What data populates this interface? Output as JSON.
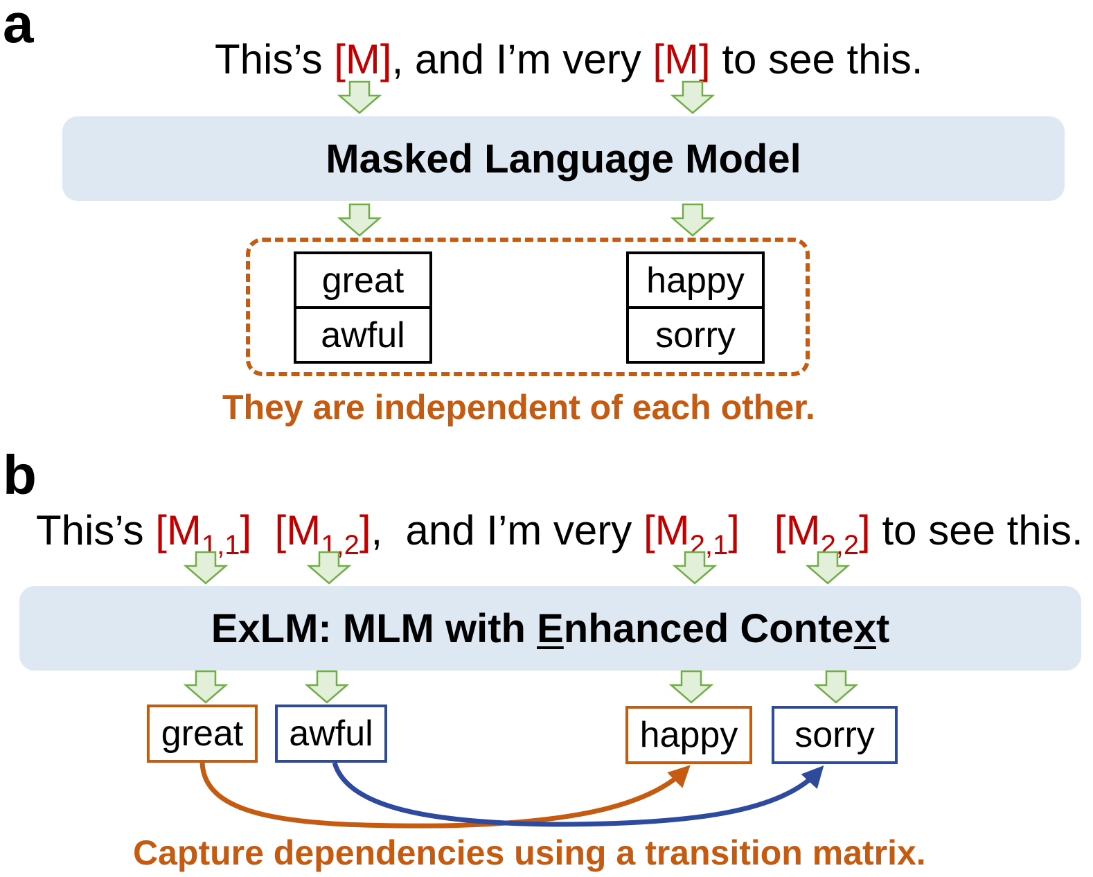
{
  "panel_a": {
    "label": "a",
    "sentence": {
      "pre": "This’s ",
      "mask1": "[M]",
      "mid": ",  and I’m very ",
      "mask2": "[M]",
      "post": " to see this."
    },
    "model_title": "Masked Language Model",
    "candidates": [
      {
        "top": "great",
        "bottom": "awful"
      },
      {
        "top": "happy",
        "bottom": "sorry"
      }
    ],
    "note": "They are independent of each other."
  },
  "panel_b": {
    "label": "b",
    "sentence": {
      "pre": "This’s ",
      "masks": [
        {
          "base": "[M",
          "sub": "1,1",
          "close": "]"
        },
        {
          "base": "[M",
          "sub": "1,2",
          "close": "]"
        },
        {
          "base": "[M",
          "sub": "2,1",
          "close": "]"
        },
        {
          "base": "[M",
          "sub": "2,2",
          "close": "]"
        }
      ],
      "comma": ",",
      "mid": "  and I’m very ",
      "post": " to see this."
    },
    "model_title": {
      "part1": "ExLM: MLM with ",
      "underline1": "E",
      "part2": "nhanced Conte",
      "underline2": "x",
      "part3": "t"
    },
    "words": [
      "great",
      "awful",
      "happy",
      "sorry"
    ],
    "note": "Capture dependencies using a transition matrix."
  },
  "colors": {
    "mask_red": "#c00000",
    "accent_orange": "#c55a11",
    "accent_blue": "#2e4a9c",
    "arrow_green_fill": "#e2efd9",
    "arrow_green_stroke": "#70ad47",
    "model_box_fill": "#dde8f3"
  }
}
